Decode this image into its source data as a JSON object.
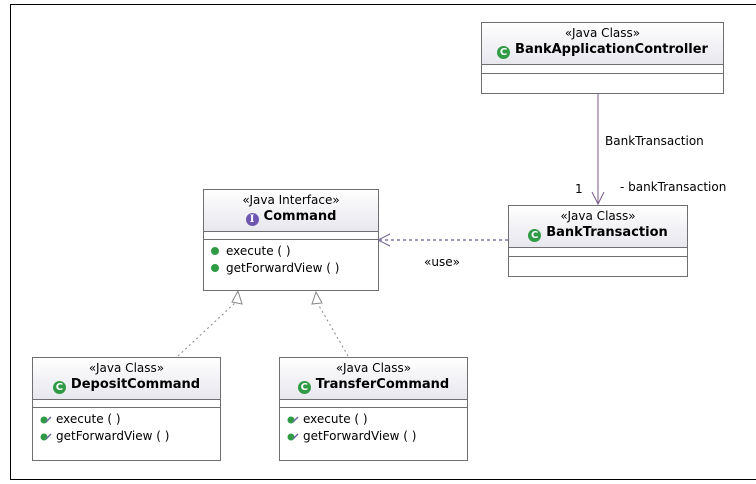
{
  "classes": {
    "controller": {
      "stereotype": "«Java Class»",
      "name": "BankApplicationController",
      "icon": "class-icon"
    },
    "transaction": {
      "stereotype": "«Java Class»",
      "name": "BankTransaction",
      "icon": "class-icon"
    },
    "command": {
      "stereotype": "«Java Interface»",
      "name": "Command",
      "icon": "interface-icon",
      "operations": [
        "execute ( )",
        "getForwardView ( )"
      ]
    },
    "deposit": {
      "stereotype": "«Java Class»",
      "name": "DepositCommand",
      "icon": "class-icon",
      "operations": [
        "execute ( )",
        "getForwardView ( )"
      ]
    },
    "transfer": {
      "stereotype": "«Java Class»",
      "name": "TransferCommand",
      "icon": "class-icon",
      "operations": [
        "execute ( )",
        "getForwardView ( )"
      ]
    }
  },
  "relations": {
    "association_name": "BankTransaction",
    "multiplicity": "1",
    "role": "- bankTransaction",
    "dependency": "«use»"
  },
  "colors": {
    "class_badge": "#2f9b45",
    "interface_badge": "#6d57b2",
    "border": "#6f6f6f"
  }
}
